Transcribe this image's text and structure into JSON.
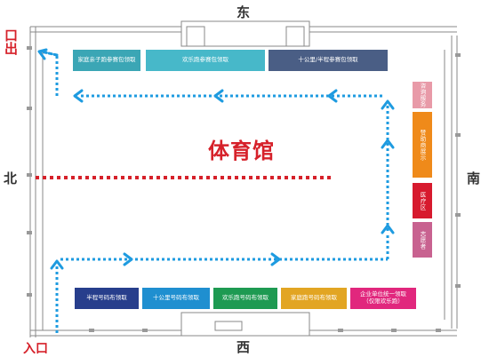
{
  "directions": {
    "north": "北",
    "south": "南",
    "east": "东",
    "west": "西"
  },
  "exit_label": "口出",
  "entrance_label": "入口",
  "title": "体育馆",
  "top_booths": [
    {
      "label": "家庭亲子跑参赛包领取",
      "color": "#3ba6b5"
    },
    {
      "label": "欢乐跑参赛包领取",
      "color": "#47b8c9"
    },
    {
      "label": "十公里/半程参赛包领取",
      "color": "#4a5e85"
    }
  ],
  "bottom_booths": [
    {
      "label": "半程号码布领取",
      "color": "#273e8c"
    },
    {
      "label": "十公里号码布领取",
      "color": "#1f8fd0"
    },
    {
      "label": "欢乐跑号码布领取",
      "color": "#1e9a52"
    },
    {
      "label": "家庭跑号码布领取",
      "color": "#e2a523"
    },
    {
      "label": "企业单位统一领取\n（仅限欢乐跑）",
      "color": "#e1277d"
    }
  ],
  "right_booths": [
    {
      "label": "咨询服务",
      "color": "#e89aa8"
    },
    {
      "label": "赞助商展示",
      "color": "#ef8a1a"
    },
    {
      "label": "医疗区",
      "color": "#d71a2e"
    },
    {
      "label": "志愿者",
      "color": "#c86290"
    }
  ],
  "colors": {
    "arrow": "#1e9be0",
    "divider": "#d6212a"
  }
}
